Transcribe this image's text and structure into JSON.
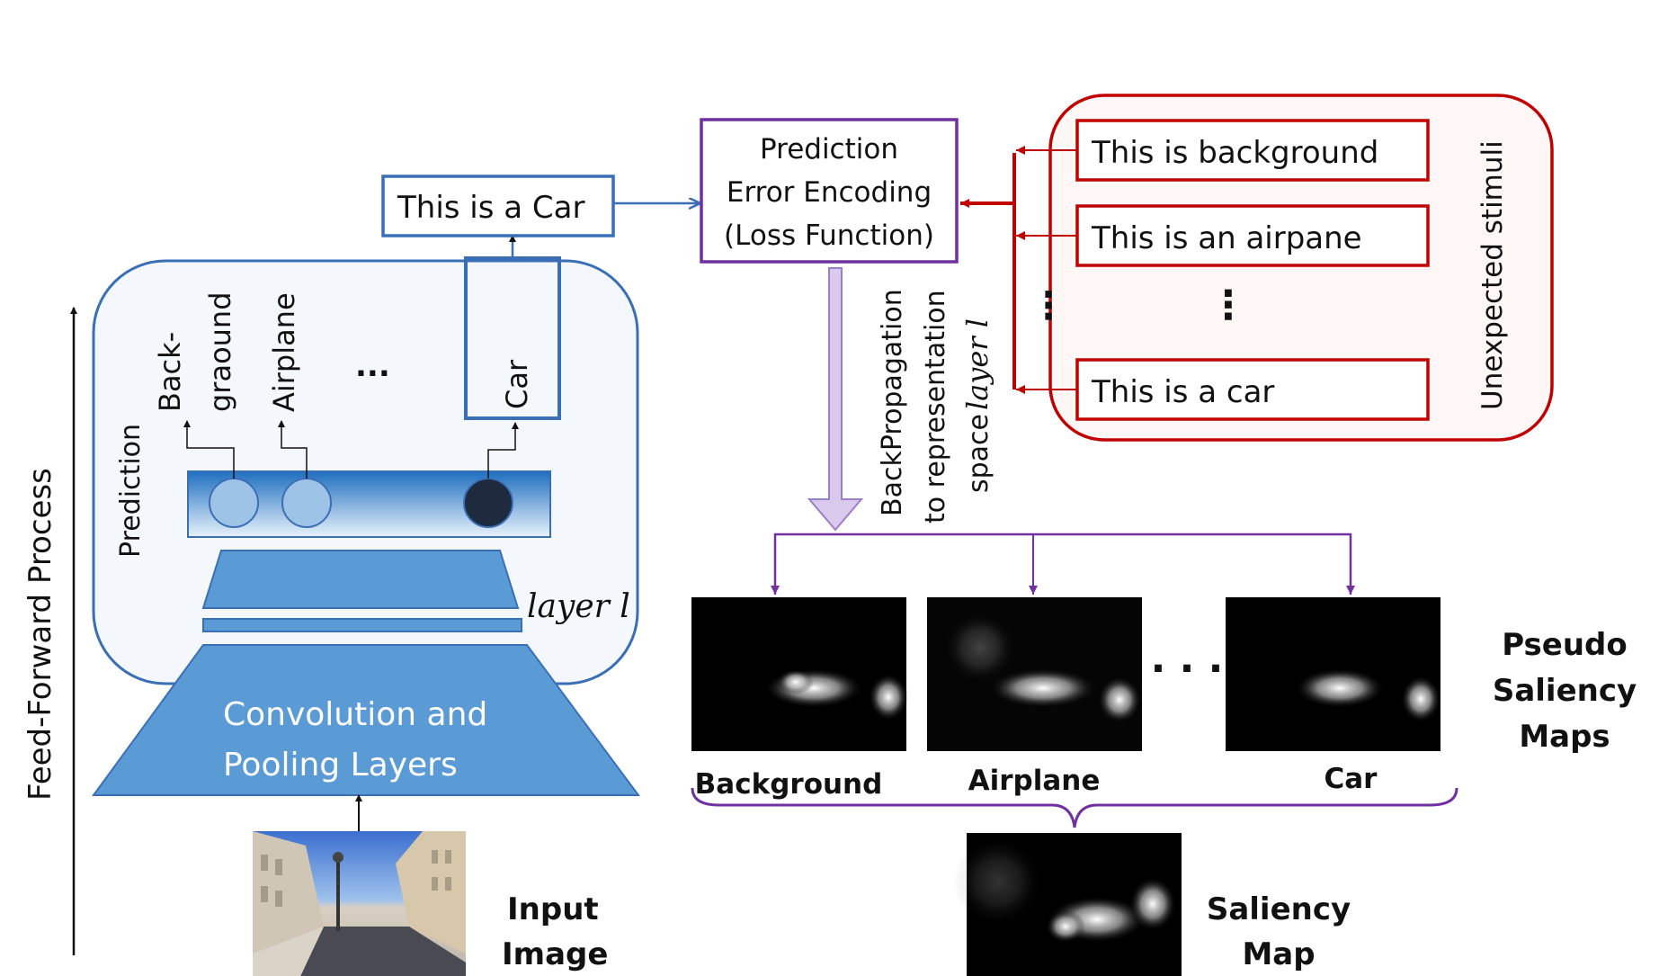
{
  "feed_forward": {
    "label": "Feed-Forward Process"
  },
  "network": {
    "conv_label_line1": "Convolution and",
    "conv_label_line2": "Pooling Layers",
    "layer_label": "layer l",
    "prediction_label": "Prediction",
    "class_background_line1": "Back-",
    "class_background_line2": "graound",
    "class_airplane": "Airplane",
    "class_dots": "...",
    "class_car": "Car",
    "output_box": "This is a Car"
  },
  "input": {
    "label_line1": "Input",
    "label_line2": "Image"
  },
  "loss": {
    "line1": "Prediction",
    "line2": "Error Encoding",
    "line3": "(Loss Function)"
  },
  "stimuli": {
    "items": [
      "This is background",
      "This is an airpane",
      "This is a car"
    ],
    "dots_vertical": "⋮",
    "dots_left": "⋮",
    "side_label": "Unexpected stimuli"
  },
  "backprop": {
    "line1": "BackPropagation",
    "line2": "to representation",
    "line3_prefix": "space",
    "line3_layer": "layer l"
  },
  "pseudo_maps": {
    "labels": [
      "Background",
      "Airplane",
      "Car"
    ],
    "dots": "· · ·",
    "title_line1": "Pseudo",
    "title_line2": "Saliency",
    "title_line3": "Maps"
  },
  "saliency_map": {
    "label_line1": "Saliency",
    "label_line2": "Map"
  },
  "colors": {
    "blue": "#3a6fb5",
    "blue_fill": "#5b9bd5",
    "purple": "#7030a0",
    "red": "#c00000",
    "panel_fill": "#f4f8fd",
    "stimuli_fill": "#fff6f6",
    "arrow_fill": "#d9c9ec"
  }
}
